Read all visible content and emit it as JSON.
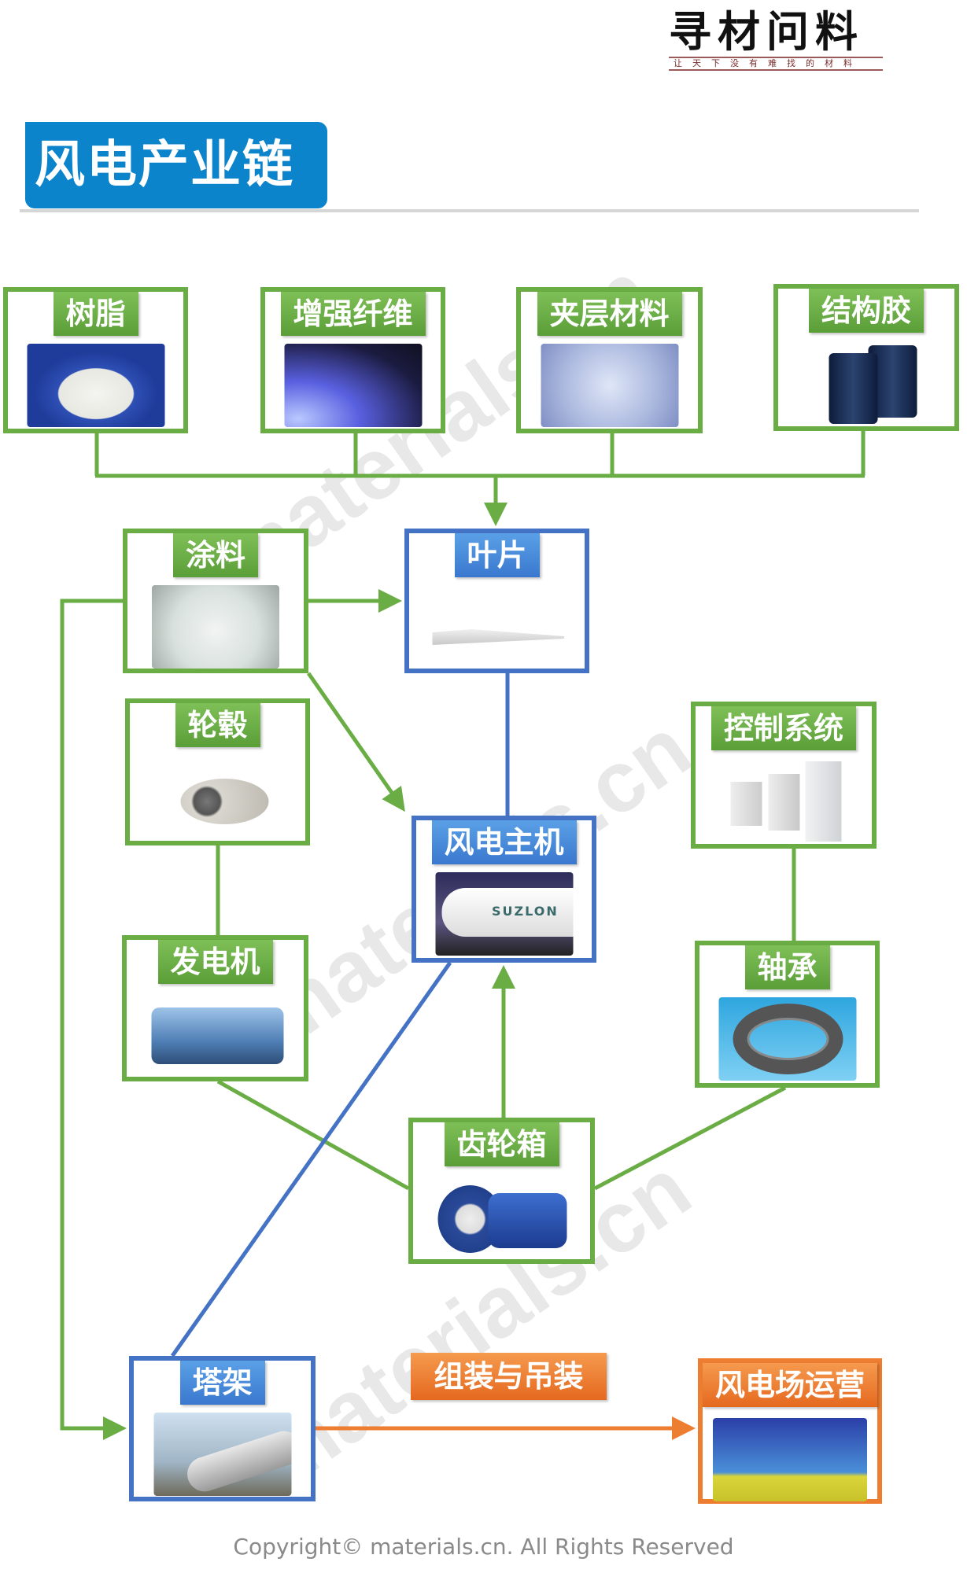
{
  "logo": {
    "main": "寻材问料",
    "slogan": "让天下没有难找的材料"
  },
  "title": "风电产业链",
  "nodes": {
    "resin": "树脂",
    "fiber": "增强纤维",
    "core": "夹层材料",
    "adhesive": "结构胶",
    "coating": "涂料",
    "blade": "叶片",
    "hub": "轮毂",
    "turbine": "风电主机",
    "control": "控制系统",
    "generator": "发电机",
    "bearing": "轴承",
    "gearbox": "齿轮箱",
    "tower": "塔架",
    "farm": "风电场运营"
  },
  "turbine_brand": "SUZLON",
  "assembly_label": "组装与吊装",
  "watermark": "materials.cn",
  "footer": "Copyright© materials.cn. All Rights Reserved",
  "colors": {
    "green": "#6aad45",
    "blue": "#4472c4",
    "orange": "#ed7d31",
    "title": "#0b84cc"
  }
}
